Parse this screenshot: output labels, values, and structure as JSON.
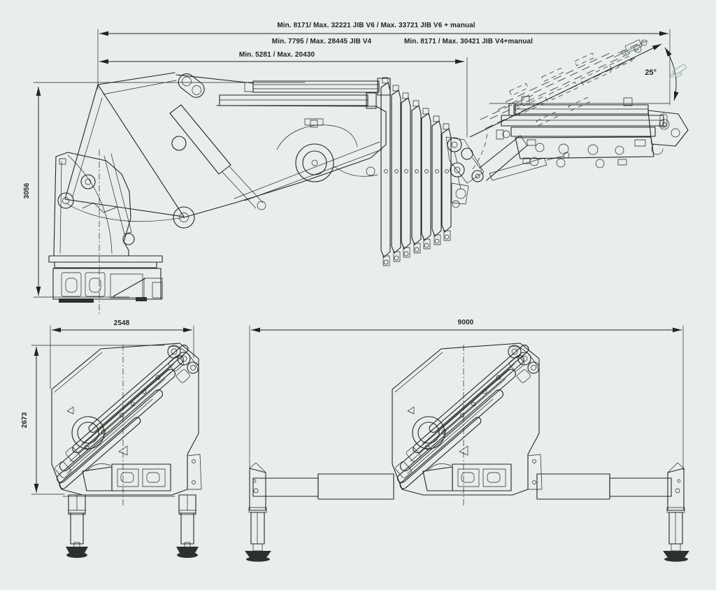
{
  "colors": {
    "background": "#e8eeeb",
    "ink": "#20261f",
    "phantom": "#4a554e",
    "faint": "#a9b6ae"
  },
  "side_view": {
    "reach_v6": "Min. 8171/ Max. 32221 JIB V6 / Max. 33721 JIB V6 + manual",
    "reach_v4": "Min. 7795 / Max. 28445 JIB V4",
    "reach_v4_manual": "Min. 8171 / Max. 30421 JIB V4+manual",
    "reach_base": "Min. 5281 / Max. 20430",
    "height": "3056",
    "jib_tilt_angle": "25°"
  },
  "transport_view": {
    "width": "2548",
    "height": "2673"
  },
  "stabilizer_view": {
    "spread": "9000"
  }
}
